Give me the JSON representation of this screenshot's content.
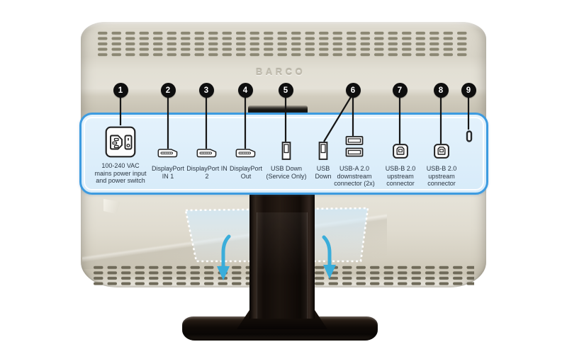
{
  "brand": {
    "logo_text": "BARCO"
  },
  "callouts": [
    {
      "number": "1"
    },
    {
      "number": "2"
    },
    {
      "number": "3"
    },
    {
      "number": "4"
    },
    {
      "number": "5"
    },
    {
      "number": "6"
    },
    {
      "number": "7"
    },
    {
      "number": "8"
    },
    {
      "number": "9"
    }
  ],
  "panel": {
    "ports": [
      {
        "callout": "1",
        "lines": [
          "100-240 VAC",
          "mains power input",
          "and power switch"
        ]
      },
      {
        "callout": "2",
        "lines": [
          "DisplayPort",
          "IN 1"
        ]
      },
      {
        "callout": "3",
        "lines": [
          "DisplayPort IN",
          "2"
        ]
      },
      {
        "callout": "4",
        "lines": [
          "DisplayPort",
          "Out"
        ]
      },
      {
        "callout": "5",
        "lines": [
          "USB Down",
          "(Service Only)"
        ]
      },
      {
        "callout": "6",
        "lines": [
          "USB",
          "Down"
        ]
      },
      {
        "callout": "6",
        "lines": [
          "USB-A 2.0",
          "downstream",
          "connector (2x)"
        ]
      },
      {
        "callout": "7",
        "lines": [
          "USB-B 2.0",
          "upstream",
          "connector"
        ]
      },
      {
        "callout": "8",
        "lines": [
          "USB-B 2.0",
          "upstream",
          "connector"
        ]
      },
      {
        "callout": "9",
        "lines": []
      }
    ]
  },
  "icons": [
    "power-inlet-switch-icon",
    "displayport-icon",
    "usb-a-port-icon",
    "usb-a-dual-port-icon",
    "usb-b-port-icon",
    "kensington-lock-slot-icon",
    "down-arrow-icon"
  ],
  "colors": {
    "panel_border_blue": "#3d9be0",
    "panel_fill": "#dcedfa",
    "arrow_cyan": "#3aadda",
    "body_beige": "#e2dfd4",
    "stand_black": "#15100c",
    "callout_black": "#0e0e0e"
  }
}
